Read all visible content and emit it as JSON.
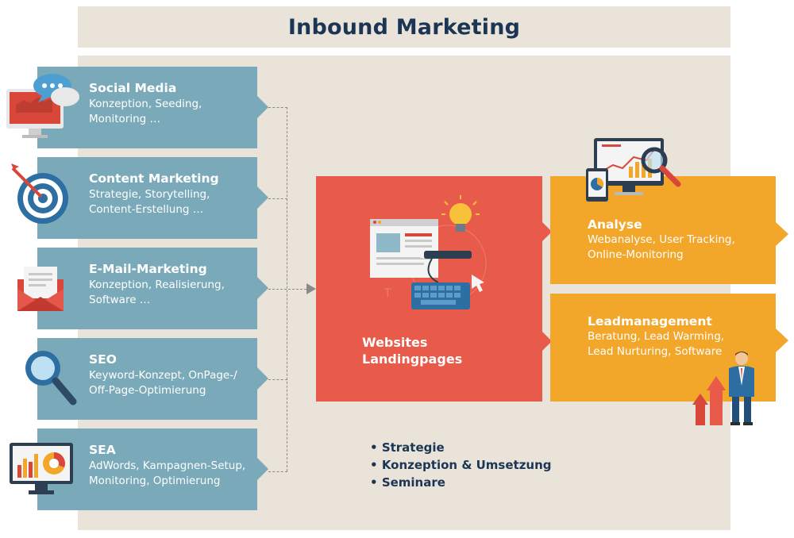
{
  "title": "Inbound Marketing",
  "left_items": [
    {
      "heading": "Social Media",
      "line1": "Konzeption, Seeding,",
      "line2": "Monitoring …",
      "icon": "monitor-chat-icon"
    },
    {
      "heading": "Content Marketing",
      "line1": "Strategie, Storytelling,",
      "line2": "Content-Erstellung …",
      "icon": "target-icon"
    },
    {
      "heading": "E-Mail-Marketing",
      "line1": "Konzeption, Realisierung,",
      "line2": "Software …",
      "icon": "envelope-icon"
    },
    {
      "heading": "SEO",
      "line1": "Keyword-Konzept, OnPage-/",
      "line2": "Off-Page-Optimierung",
      "icon": "magnifier-icon"
    },
    {
      "heading": "SEA",
      "line1": "AdWords, Kampagnen-Setup,",
      "line2": "Monitoring, Optimierung",
      "icon": "monitor-charts-icon"
    }
  ],
  "center": {
    "line1": "Websites",
    "line2": "Landingpages",
    "icon": "web-design-icon"
  },
  "right_items": [
    {
      "heading": "Analyse",
      "line1": "Webanalyse, User Tracking,",
      "line2": "Online-Monitoring",
      "icon": "analytics-devices-icon"
    },
    {
      "heading": "Leadmanagement",
      "line1": "Beratung, Lead Warming,",
      "line2": "Lead Nurturing, Software",
      "icon": "businessman-growth-icon"
    }
  ],
  "bullets": [
    "Strategie",
    "Konzeption & Umsetzung",
    "Seminare"
  ],
  "colors": {
    "title": "#1b3655",
    "panel": "#e9e3d9",
    "left_box": "#7aaab9",
    "center_box": "#e85a4a",
    "right_box": "#f2a62a"
  }
}
